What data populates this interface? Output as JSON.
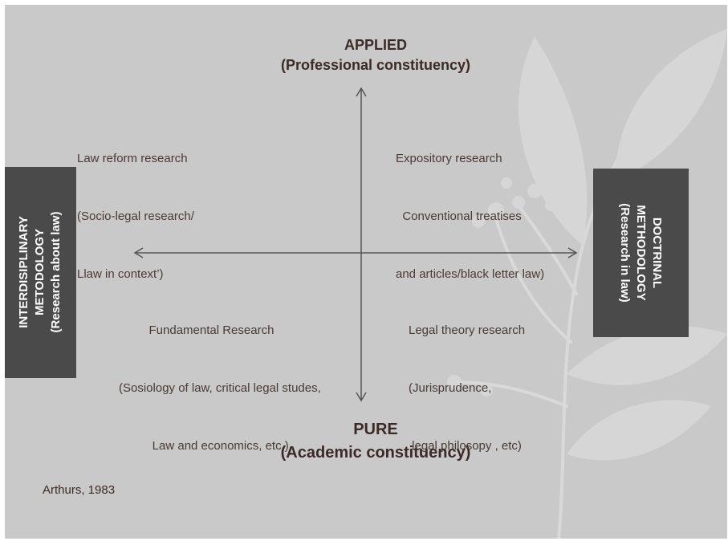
{
  "axes": {
    "top": {
      "title": "APPLIED",
      "subtitle": "(Professional constituency)"
    },
    "bottom": {
      "title": "PURE",
      "subtitle": "(Academic constituency)"
    },
    "left": {
      "line1": "INTERDISIPLINARY",
      "line2": "METODOLOGY",
      "line3": "(Research about law)"
    },
    "right": {
      "line1": "DOCTRINAL",
      "line2": "METHODOLOGY",
      "line3": "(Research in law)"
    }
  },
  "quadrants": {
    "top_left": [
      "Law reform research",
      "(Socio-legal research/",
      "Llaw in context’)"
    ],
    "top_right": [
      "Expository research",
      "  Conventional treatises",
      "and articles/black letter law)"
    ],
    "bottom_left": [
      "         Fundamental Research",
      "(Sosiology of law, critical legal studes,",
      "          Law and economics, etc )"
    ],
    "bottom_right": [
      "Legal theory research",
      "(Jurisprudence,",
      " legal philosopy , etc)"
    ]
  },
  "citation": "Arthurs, 1983",
  "colors": {
    "background": "#c9c9c9",
    "box_fill": "#4a4a4a",
    "title_text": "#3b2a26",
    "axis_line": "#555555"
  }
}
